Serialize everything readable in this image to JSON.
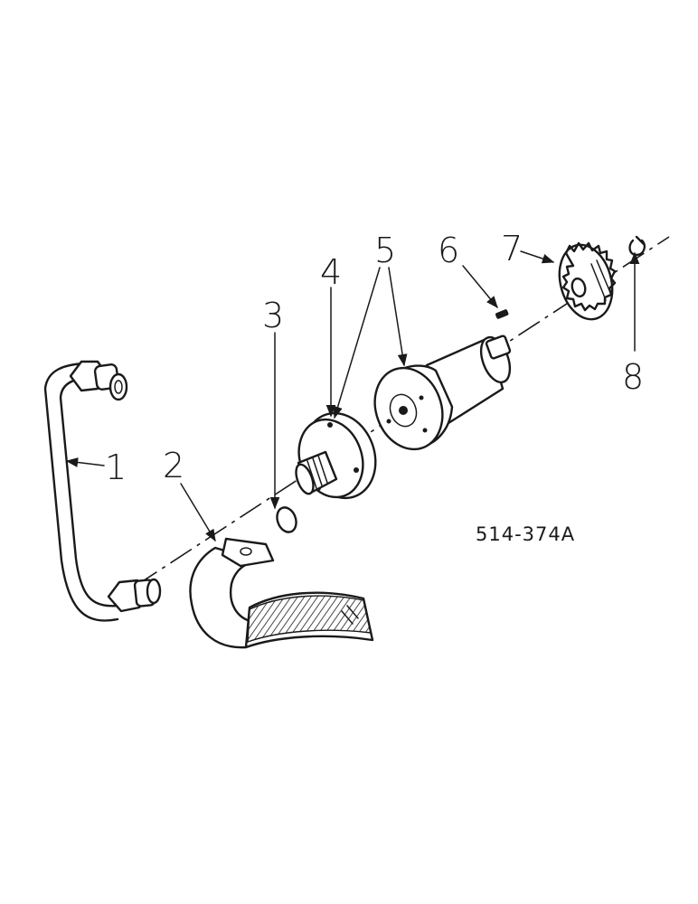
{
  "figure_id": "514-374A",
  "callouts": [
    {
      "n": "1",
      "text": "1"
    },
    {
      "n": "2",
      "text": "2"
    },
    {
      "n": "3",
      "text": "3"
    },
    {
      "n": "4",
      "text": "4"
    },
    {
      "n": "5",
      "text": "5"
    },
    {
      "n": "6",
      "text": "6"
    },
    {
      "n": "7",
      "text": "7"
    },
    {
      "n": "8",
      "text": "8"
    }
  ]
}
